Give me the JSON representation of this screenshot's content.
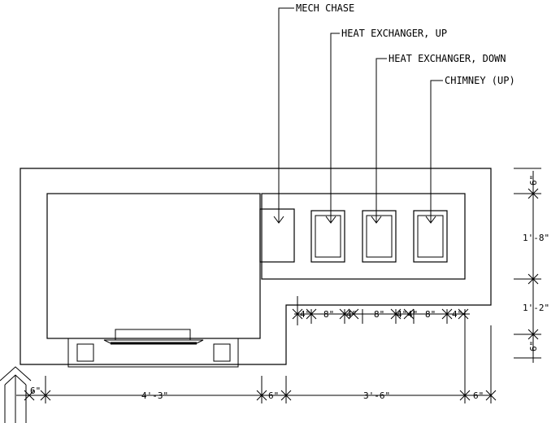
{
  "labels": {
    "mech_chase": "MECH CHASE",
    "heat_exchanger_up": "HEAT EXCHANGER, UP",
    "heat_exchanger_down": "HEAT EXCHANGER, DOWN",
    "chimney": "CHIMNEY (UP)"
  },
  "dimensions": {
    "bottom": {
      "left_edge": "6\"",
      "width_main": "4'-3\"",
      "gap": "6\"",
      "width_right": "3'-6\"",
      "right_edge": "6\""
    },
    "flue_row": [
      "4\"",
      "8\"",
      "4\"",
      "8\"",
      "4\"",
      "4\"",
      "8\"",
      "4\""
    ],
    "right": {
      "top": "6\"",
      "upper": "1'-8\"",
      "lower": "1'-2\"",
      "bottom": "6\""
    }
  }
}
